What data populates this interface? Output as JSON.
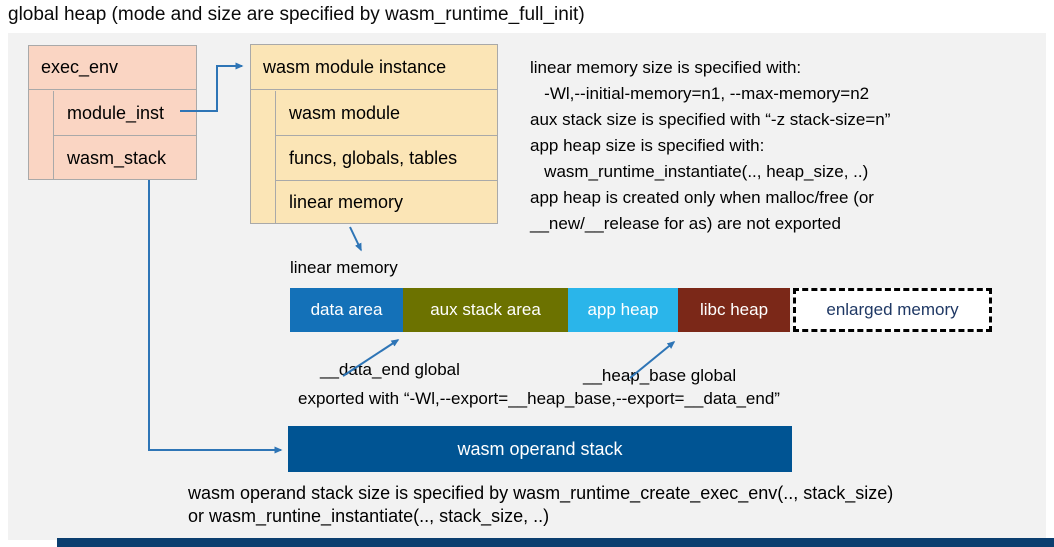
{
  "title": "global heap (mode and size are specified by wasm_runtime_full_init)",
  "exec_env": {
    "header": "exec_env",
    "rows": [
      "module_inst",
      "wasm_stack"
    ]
  },
  "module_instance": {
    "header": "wasm module instance",
    "rows": [
      "wasm module",
      "funcs, globals, tables",
      "linear memory"
    ]
  },
  "notes": {
    "lines": [
      "linear memory size is specified with:",
      "   -Wl,--initial-memory=n1, --max-memory=n2",
      "aux stack size is specified with “-z stack-size=n”",
      "app heap size is specified with:",
      "   wasm_runtime_instantiate(.., heap_size, ..)",
      "app heap is created only when malloc/free (or",
      "__new/__release for as) are not exported"
    ]
  },
  "linear_memory": {
    "label": "linear memory",
    "segments": [
      {
        "label": "data area",
        "color": "#1471B8",
        "text_color": "#FFFFFF"
      },
      {
        "label": "aux stack area",
        "color": "#6C7200",
        "text_color": "#FFFFFF"
      },
      {
        "label": "app heap",
        "color": "#2AB5EA",
        "text_color": "#FFFFFF"
      },
      {
        "label": "libc heap",
        "color": "#7B2818",
        "text_color": "#FFFFFF"
      },
      {
        "label": "enlarged memory",
        "color": "#FFFFFF",
        "text_color": "#1F3864",
        "border": "dashed"
      }
    ],
    "annotations": {
      "data_end_label": "__data_end global",
      "heap_base_label": "__heap_base global",
      "export_note": "exported with “-Wl,--export=__heap_base,--export=__data_end”"
    }
  },
  "operand_stack": {
    "label": "wasm operand stack",
    "color": "#005493"
  },
  "footer": {
    "lines": [
      "wasm operand stack size is specified by wasm_runtime_create_exec_env(.., stack_size)",
      "or wasm_runtine_instantiate(.., stack_size, ..)"
    ]
  },
  "theme": {
    "panel_bg": "#F2F2F2",
    "box_salmon": "#FAD5C3",
    "box_cream": "#FBE5B6",
    "box_border": "#A9A9A9",
    "arrow_blue": "#2E75B6",
    "bottom_bar": "#0B3E6F"
  }
}
